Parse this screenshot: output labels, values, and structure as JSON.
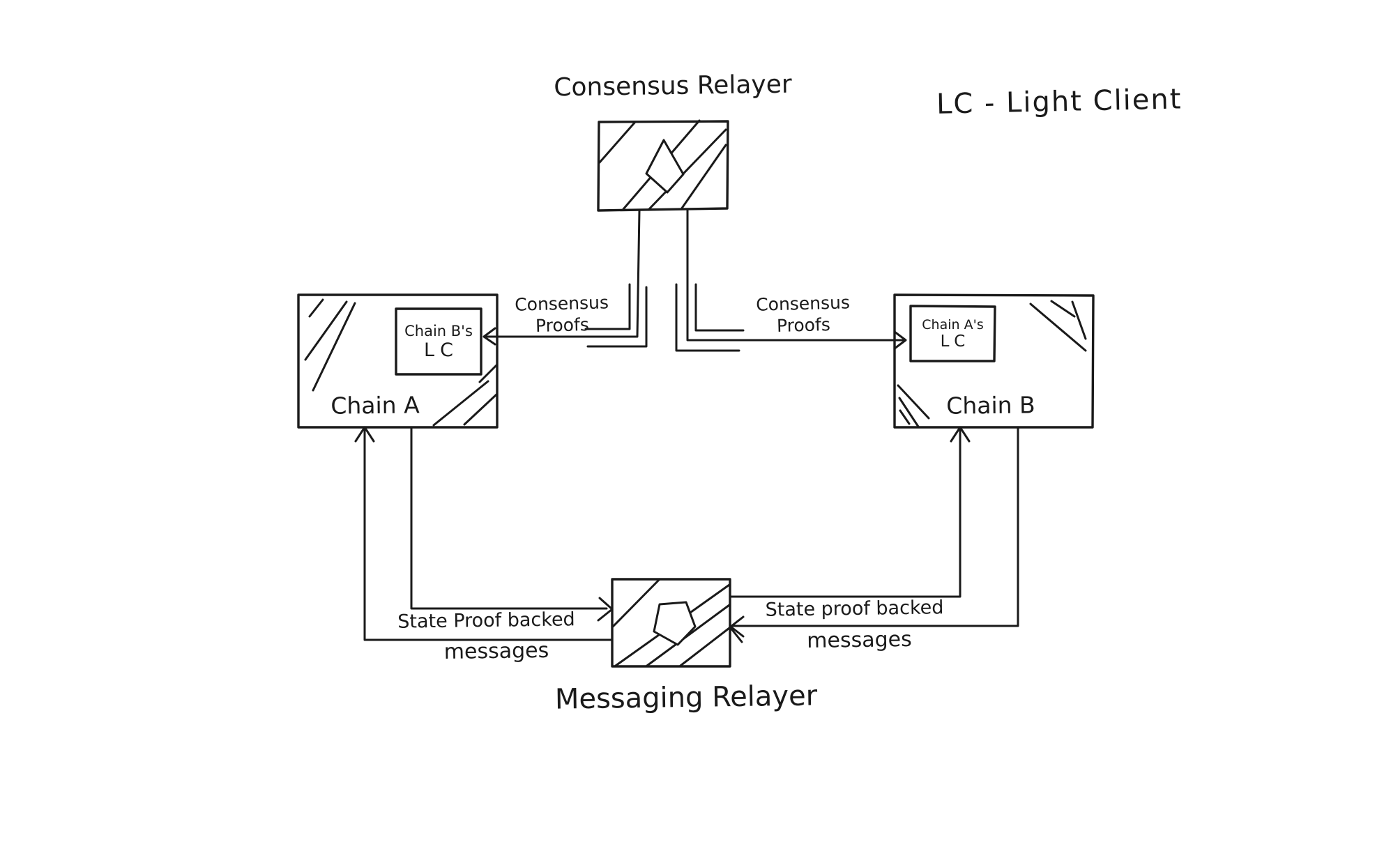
{
  "legend": {
    "text": "LC - Light Client"
  },
  "nodes": {
    "consensus_relayer": {
      "label": "Consensus Relayer",
      "glyph": "diamond"
    },
    "messaging_relayer": {
      "label": "Messaging Relayer",
      "glyph": "pentagon"
    },
    "chain_a": {
      "label": "Chain A",
      "light_client": {
        "line1": "Chain B's",
        "line2": "LC"
      }
    },
    "chain_b": {
      "label": "Chain B",
      "light_client": {
        "line1": "Chain A's",
        "line2": "LC"
      }
    }
  },
  "edges": {
    "consensus_to_chain_a": {
      "line1": "Consensus",
      "line2": "Proofs"
    },
    "consensus_to_chain_b": {
      "line1": "Consensus",
      "line2": "Proofs"
    },
    "messaging_chain_a": {
      "line1": "State Proof backed",
      "line2": "messages"
    },
    "messaging_chain_b": {
      "line1": "State proof backed",
      "line2": "messages"
    }
  },
  "colors": {
    "ink": "#1a1a1a",
    "background": "#ffffff"
  }
}
